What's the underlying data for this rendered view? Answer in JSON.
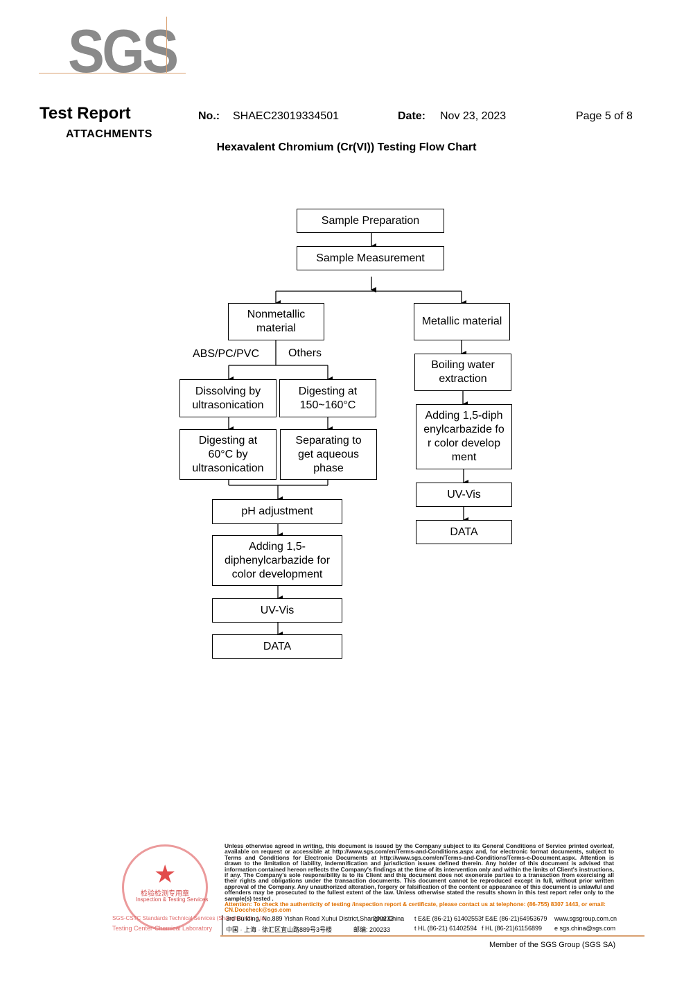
{
  "header": {
    "logo": "SGS",
    "title": "Test Report",
    "attachments": "ATTACHMENTS",
    "no_label": "No.:",
    "no_value": "SHAEC23019334501",
    "date_label": "Date:",
    "date_value": "Nov 23, 2023",
    "page": "Page 5 of 8"
  },
  "flow": {
    "title": "Hexavalent Chromium (Cr(VI)) Testing Flow Chart",
    "sample_prep": "Sample Preparation",
    "sample_meas": "Sample Measurement",
    "nonmetallic": "Nonmetallic material",
    "metallic": "Metallic material",
    "abs_label": "ABS/PC/PVC",
    "others_label": "Others",
    "dissolving": "Dissolving by ultrasonication",
    "digesting_150": "Digesting at 150~160°C",
    "digesting_60": "Digesting at 60°C by ultrasonication",
    "separating": "Separating to get aqueous phase",
    "ph": "pH adjustment",
    "adding_left": "Adding 1,5-diphenylcarbazide for color development",
    "uvvis_left": "UV-Vis",
    "data_left": "DATA",
    "boiling": "Boiling water extraction",
    "adding_right": "Adding 1,5-diphenylcarbazide for color development",
    "uvvis_right": "UV-Vis",
    "data_right": "DATA"
  },
  "footer": {
    "legal": "Unless otherwise agreed in writing, this document is issued by the Company subject to its General Conditions of Service printed overleaf, available on request or accessible at http://www.sgs.com/en/Terms-and-Conditions.aspx and, for electronic format documents, subject to Terms and Conditions for Electronic Documents at http://www.sgs.com/en/Terms-and-Conditions/Terms-e-Document.aspx. Attention is drawn to the limitation of liability, indemnification and jurisdiction issues defined therein. Any holder of this document is advised that information contained hereon reflects the Company's findings at the time of its intervention only and within the limits of Client's instructions, if any. The Company's sole responsibility is to its Client and this document does not exonerate parties to a transaction from exercising all their rights and obligations under the transaction documents. This document cannot be reproduced except in full, without prior written approval of the Company. Any unauthorized alteration, forgery or falsification of the content or appearance of this document is unlawful and offenders may be prosecuted to the fullest extent of the law. Unless otherwise stated the results shown in this test report refer only to the sample(s) tested .",
    "attention": "Attention: To check the authenticity of testing /inspection report & certificate, please contact us at telephone: (86-755) 8307 1443, or email: CN.Doccheck@sgs.com",
    "addr_en": "3rd Building, No.889 Yishan Road Xuhui District,Shanghai China",
    "zip_en": "200233",
    "tel1": "t E&E (86-21) 61402553",
    "fax1": "f E&E (86-21)64953679",
    "web": "www.sgsgroup.com.cn",
    "addr_cn": "中国 · 上海 · 徐汇区宜山路889号3号楼",
    "zip_cn": "邮编: 200233",
    "tel2": "t HL (86-21) 61402594",
    "fax2": "f HL (86-21)61156899",
    "email": "e  sgs.china@sgs.com",
    "member": "Member of the SGS Group (SGS SA)",
    "stamp_cn": "检验检测专用章",
    "stamp_en": "Inspection & Testing Services",
    "side1": "SGS-CSTC Standards Technical Services (Shanghai) Co., Ltd.",
    "side2": "Testing Center-Chemical Laboratory"
  }
}
